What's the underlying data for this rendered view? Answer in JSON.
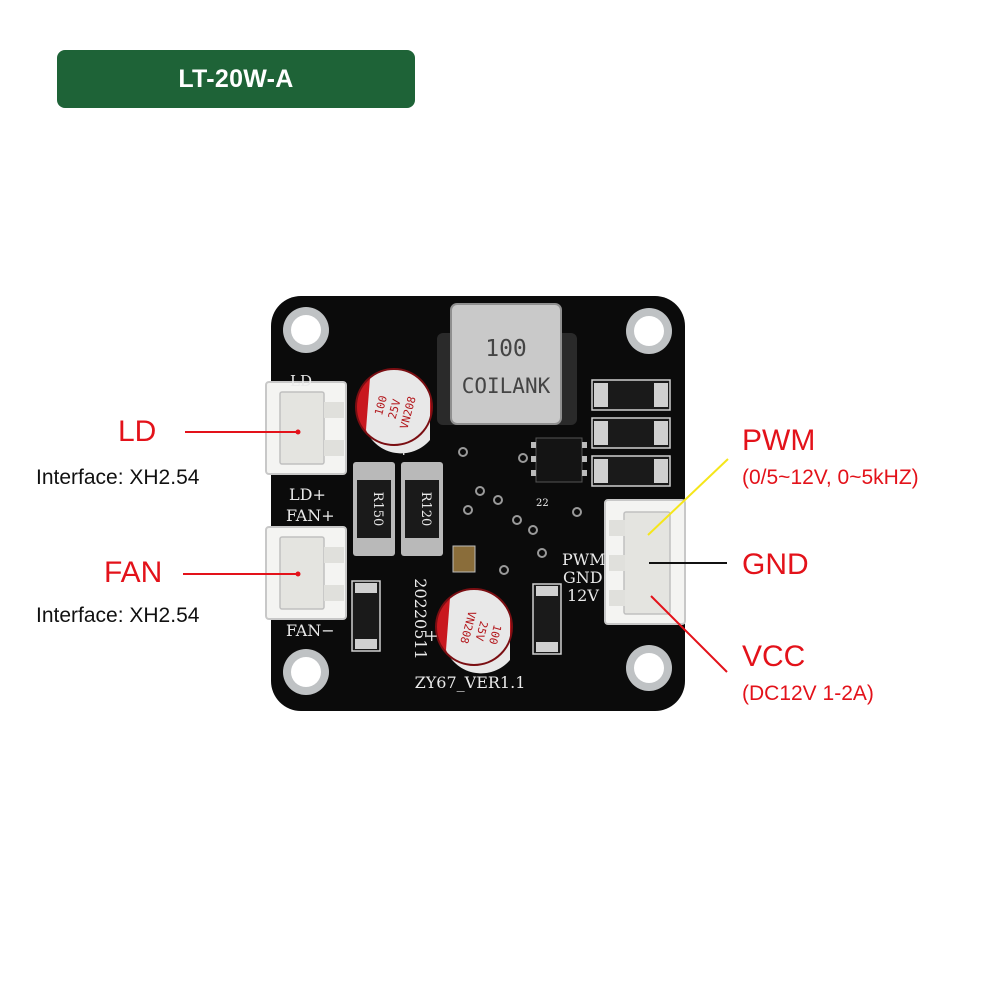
{
  "title": "LT-20W-A",
  "labels": {
    "ld": {
      "name": "LD",
      "interface": "Interface: XH2.54"
    },
    "fan": {
      "name": "FAN",
      "interface": "Interface: XH2.54"
    },
    "pwm": {
      "name": "PWM",
      "detail": "(0/5~12V, 0~5kHZ)"
    },
    "gnd": {
      "name": "GND"
    },
    "vcc": {
      "name": "VCC",
      "detail": "(DC12V 1-2A)"
    }
  },
  "board": {
    "silkscreen": {
      "ld_top": "LD",
      "ld_plus": "LD+",
      "fan_plus": "FAN+",
      "fan_minus": "FAN−",
      "pwm": "PWM",
      "gnd": "GND",
      "v12": "12V",
      "date": "20220511",
      "version": "ZY67_VER1.1",
      "r1": "R150",
      "r2": "R120",
      "plus_a": "+",
      "plus_b": "+",
      "ic_mark": "22"
    },
    "inductor": {
      "line1": "100",
      "line2": "COILANK"
    },
    "cap1": {
      "line1": "100",
      "line2": "25V",
      "line3": "VN208"
    },
    "cap2": {
      "line1": "100",
      "line2": "25V",
      "line3": "VN208"
    }
  },
  "colors": {
    "badge": "#1e6337",
    "label_red": "#e3121a",
    "pwm_wire": "#f5e61a",
    "pcb": "#0a0a0a"
  }
}
